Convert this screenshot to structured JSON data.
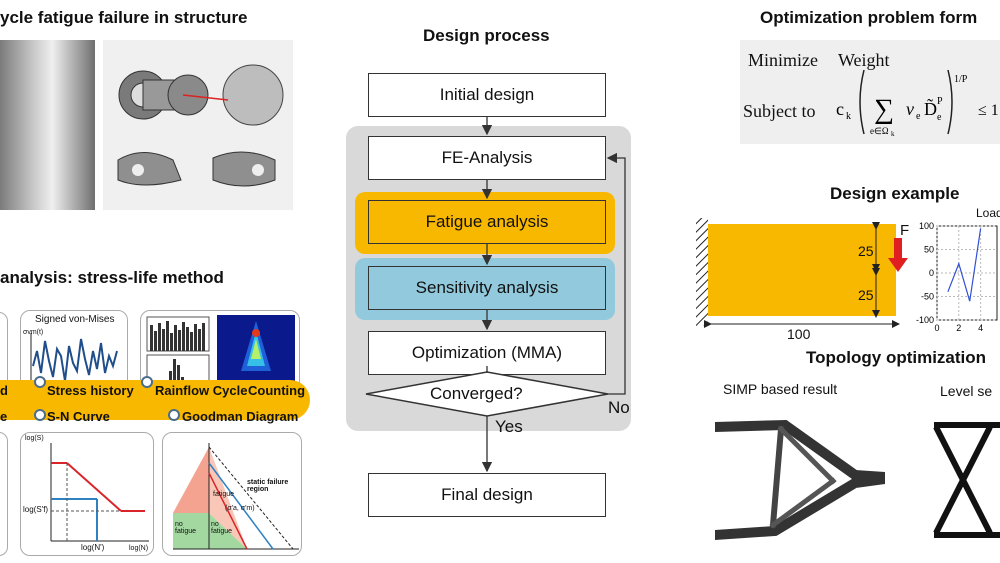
{
  "left": {
    "title1": "ycle fatigue failure in structure",
    "title2": "analysis: stress-life method",
    "thumb_label": "Signed von-Mises",
    "thumb_axis": "σvm(t)",
    "sn_axis_y": "log(S)",
    "sn_axis_x": "log(N)",
    "sn_label_b": "log(S'f)",
    "sn_label_n": "log(N')",
    "good_region": "static failure region",
    "good_fatigue": "fatigue",
    "good_nofatigue_left": "no fatigue",
    "good_nofatigue_mid": "no fatigue",
    "good_point": "(σ'a, σ'm)",
    "timeline_row1": [
      "d",
      "Stress history",
      "Rainflow Cycle",
      "Counting"
    ],
    "timeline_row2": [
      "e",
      "S-N Curve",
      "Goodman Diagram"
    ]
  },
  "center": {
    "title": "Design process",
    "initial": "Initial design",
    "fe": "FE-Analysis",
    "fatigue": "Fatigue analysis",
    "sensitivity": "Sensitivity analysis",
    "optimization": "Optimization (MMA)",
    "converged": "Converged?",
    "no": "No",
    "yes": "Yes",
    "final": "Final design"
  },
  "right": {
    "title1": "Optimization problem form",
    "minimize_kw": "Minimize",
    "minimize_val": "Weight",
    "subject_kw": "Subject to",
    "title2": "Design example",
    "force": "F",
    "dim_top": "25",
    "dim_bottom": "25",
    "dim_width": "100",
    "chart_title": "Load",
    "title3": "Topology optimization",
    "simp": "SIMP based result",
    "levelset": "Level se"
  },
  "chart_data": {
    "type": "line",
    "title": "Load",
    "x": [
      1,
      2,
      3,
      4
    ],
    "series": [
      {
        "values": [
          -40,
          20,
          -60,
          95
        ]
      }
    ],
    "ylim": [
      -100,
      100
    ],
    "y_ticks": [
      "100",
      "50",
      "0",
      "-50",
      "-100"
    ],
    "x_ticks": [
      "0",
      "2",
      "4"
    ],
    "grid": true
  },
  "colors": {
    "fatigue_fill": "#f9b800",
    "sensitivity_fill": "#92c9dc",
    "process_bg": "#d9d9d9",
    "timeline": "#f9b800",
    "sn_red": "#d9252a",
    "sn_blue": "#2f82c2",
    "good_red": "#f4a391",
    "good_green": "#a3d9a0"
  }
}
